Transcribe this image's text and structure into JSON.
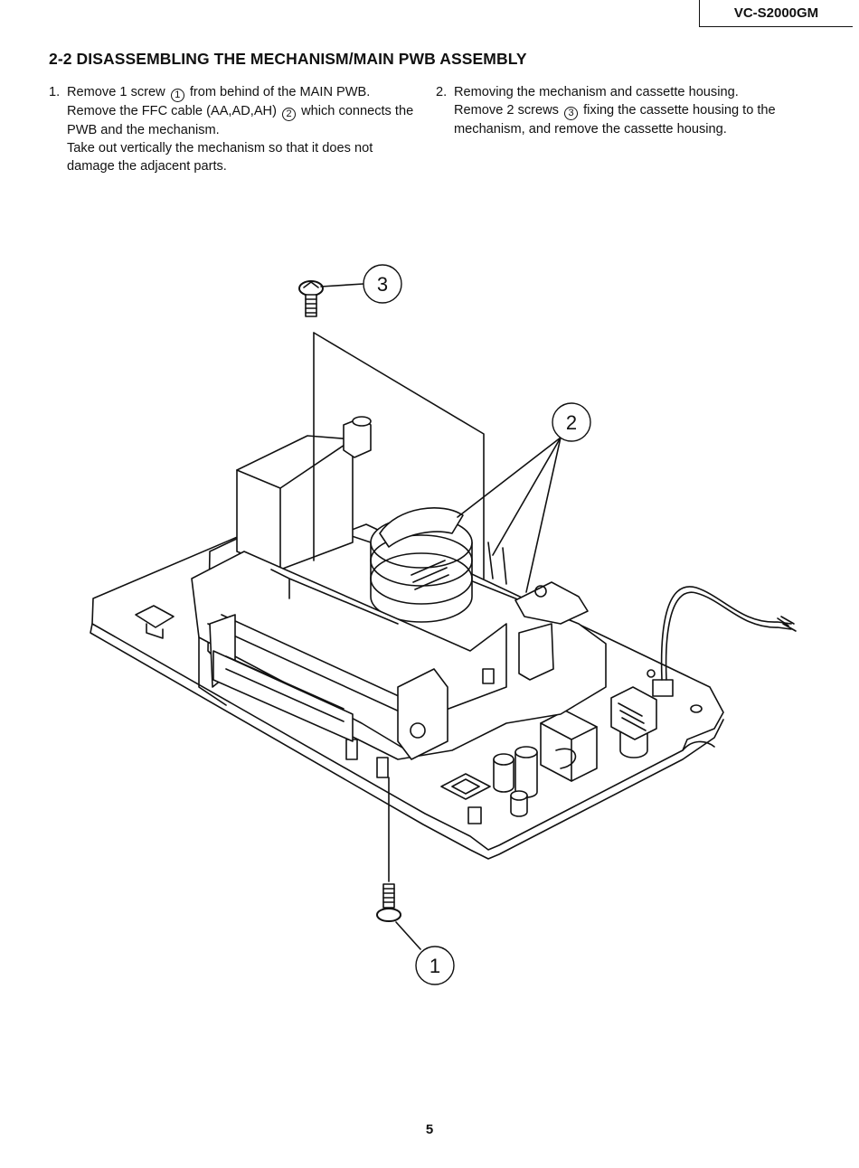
{
  "header": {
    "model": "VC-S2000GM"
  },
  "section": {
    "title": "2-2 DISASSEMBLING THE MECHANISM/MAIN PWB ASSEMBLY"
  },
  "steps": [
    {
      "number": "1.",
      "lines": [
        {
          "before": "Remove 1 screw",
          "callout": "1",
          "after": "from behind of the MAIN PWB."
        },
        {
          "before": "Remove the FFC cable (AA,AD,AH)",
          "callout": "2",
          "after": "which connects the PWB and the mechanism."
        },
        {
          "before": "Take out vertically the mechanism so that it does not damage the adjacent parts.",
          "callout": "",
          "after": ""
        }
      ]
    },
    {
      "number": "2.",
      "lines": [
        {
          "before": "Removing the mechanism and cassette housing.",
          "callout": "",
          "after": ""
        },
        {
          "before": "Remove 2 screws",
          "callout": "3",
          "after": "fixing the cassette housing to the mechanism, and remove the cassette housing."
        }
      ]
    }
  ],
  "diagram": {
    "callouts": [
      {
        "label": "3"
      },
      {
        "label": "2"
      },
      {
        "label": "1"
      }
    ]
  },
  "footer": {
    "page_number": "5"
  }
}
